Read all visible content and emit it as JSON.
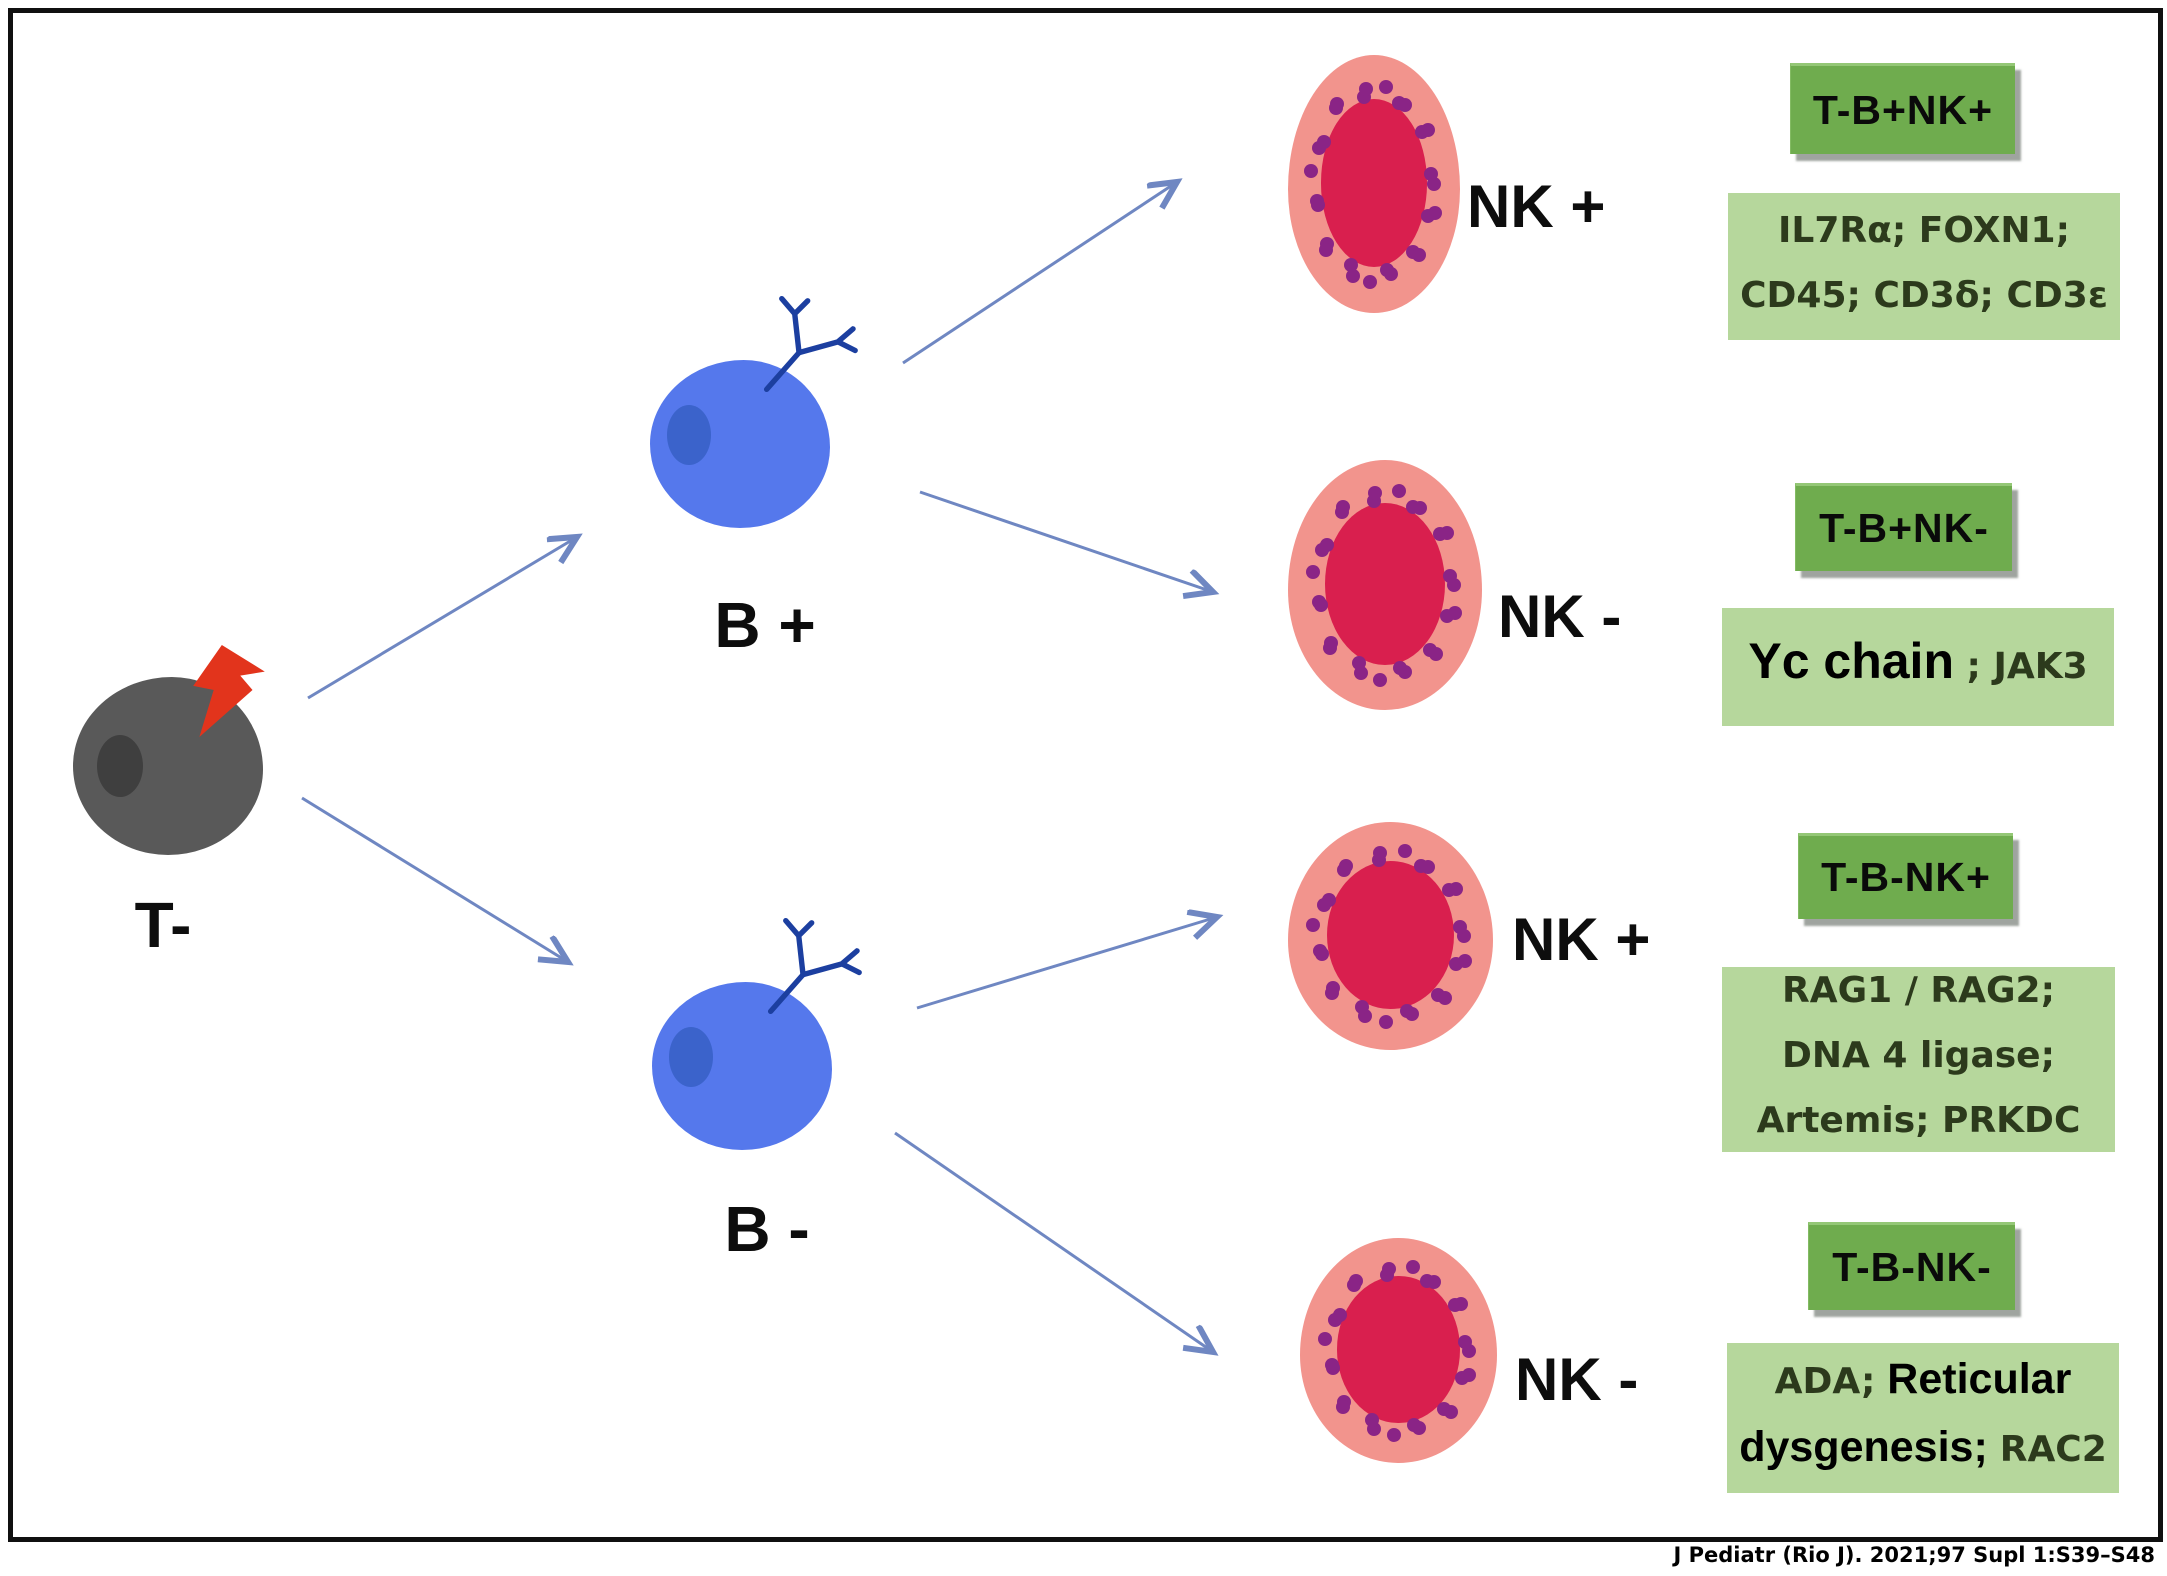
{
  "citation": "J Pediatr (Rio J). 2021;97 Supl 1:S39–S48",
  "nodes": {
    "t": {
      "label": "T-"
    },
    "b_plus": {
      "label": "B +"
    },
    "b_minus": {
      "label": "B -"
    }
  },
  "rows": [
    {
      "nk_label": "NK +",
      "tag": "T-B+NK+",
      "gene_lines": [
        [
          {
            "text": "IL7Rα; FOXN1;"
          }
        ],
        [
          {
            "text": "CD45; CD3δ; CD3ε"
          }
        ]
      ]
    },
    {
      "nk_label": "NK -",
      "tag": "T-B+NK-",
      "gene_lines": [
        [
          {
            "text": "Yc chain"
          },
          {
            "text": " ; "
          },
          {
            "text": "JAK3"
          }
        ]
      ]
    },
    {
      "nk_label": "NK +",
      "tag": "T-B-NK+",
      "gene_lines": [
        [
          {
            "text": "RAG1 / RAG2;"
          }
        ],
        [
          {
            "text": "DNA 4 ligase;"
          }
        ],
        [
          {
            "text": "Artemis; PRKDC"
          }
        ]
      ]
    },
    {
      "nk_label": "NK -",
      "tag": "T-B-NK-",
      "gene_lines": [
        [
          {
            "text": "ADA;"
          },
          {
            "text": " Reticular"
          }
        ],
        [
          {
            "text": "dysgenesis"
          },
          {
            "text": "; "
          },
          {
            "text": "RAC2"
          }
        ]
      ]
    }
  ],
  "colors": {
    "tag_green": "#6fac4e",
    "gene_green": "#b6d79c",
    "cell_gray": "#595959",
    "cell_blue": "#5578ec",
    "nk_outer_pink": "#f2948d",
    "nk_inner_crimson": "#d91f4e",
    "nk_dot_purple": "#8a2486",
    "arrow_blue": "#6f87c2",
    "bolt_red": "#e2341c",
    "receptor_navy": "#1c3fa0"
  }
}
